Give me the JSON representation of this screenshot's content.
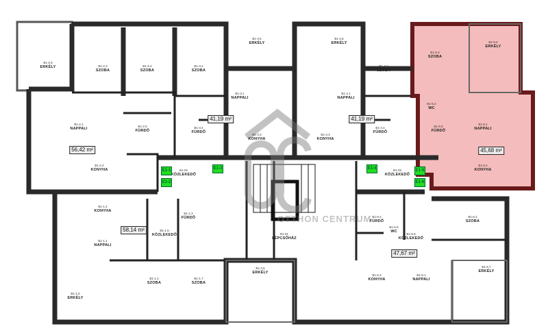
{
  "rooms": [
    {
      "id": "B1-2.6",
      "name": "ERKÉLY"
    },
    {
      "id": "B1-2.3",
      "name": "SZOBA"
    },
    {
      "id": "B1-2.2",
      "name": "SZOBA"
    },
    {
      "id": "B1-3.2",
      "name": "SZOBA"
    },
    {
      "id": "B1-3.6",
      "name": "ERKÉLY"
    },
    {
      "id": "B1-4.6",
      "name": "ERKÉLY"
    },
    {
      "id": "B1-4.2",
      "name": "SZOBA"
    },
    {
      "id": "B1-5.3",
      "name": "SZOBA"
    },
    {
      "id": "B1-5.6",
      "name": "ERKÉLY"
    },
    {
      "id": "B1-2.1",
      "name": "NAPPALI"
    },
    {
      "id": "B1-2.4",
      "name": "KONYHA"
    },
    {
      "id": "B1-2.5",
      "name": "FÜRDŐ"
    },
    {
      "id": "B1-3.1",
      "name": "NAPPALI"
    },
    {
      "id": "B1-3.3",
      "name": "KONYHA"
    },
    {
      "id": "B1-3.4",
      "name": "FÜRDŐ"
    },
    {
      "id": "B1-4.1",
      "name": "NAPPALI"
    },
    {
      "id": "B1-4.3",
      "name": "KONYHA"
    },
    {
      "id": "B1-4.4",
      "name": "FÜRDŐ"
    },
    {
      "id": "B1-5.1",
      "name": "NAPPALI"
    },
    {
      "id": "B1-5.5",
      "name": "FÜRDŐ"
    },
    {
      "id": "B1-5.2",
      "name": "WC"
    },
    {
      "id": "B1-5.4",
      "name": "KONYHA"
    },
    {
      "id": "B1-02",
      "name": "KÖZLEKEDŐ"
    },
    {
      "id": "B1-03",
      "name": "KÖZLEKEDŐ"
    },
    {
      "id": "B1-01",
      "name": "LÉPCSŐHÁZ"
    },
    {
      "id": "B1-1.4",
      "name": "KONYHA"
    },
    {
      "id": "B1-1.1",
      "name": "NAPPALI"
    },
    {
      "id": "B1-1.5",
      "name": "KÖZLEKEDŐ"
    },
    {
      "id": "B1-1.3",
      "name": "FÜRDŐ"
    },
    {
      "id": "B1-1.2",
      "name": "SZOBA"
    },
    {
      "id": "B1-1.7",
      "name": "SZOBA"
    },
    {
      "id": "B1-1.6",
      "name": "ERKÉLY"
    },
    {
      "id": "B1-3.5",
      "name": "ERKÉLY"
    },
    {
      "id": "B1-6.4",
      "name": "FÜRDŐ"
    },
    {
      "id": "B1-6.5",
      "name": "WC"
    },
    {
      "id": "B1-6.6",
      "name": "KÖZLEKEDŐ"
    },
    {
      "id": "B1-6.2",
      "name": "SZOBA"
    },
    {
      "id": "B1-6.3",
      "name": "KONYHA"
    },
    {
      "id": "B1-6.1",
      "name": "NAPPALI"
    },
    {
      "id": "B1-6.7",
      "name": "ERKÉLY"
    }
  ],
  "areas": [
    "56,42 m²",
    "41,19 m²",
    "41,19 m²",
    "45,68 m²",
    "58,14 m²",
    "47,67 m²"
  ],
  "lifts": [
    "E1-1",
    "E1-2",
    "E1-3",
    "E1-4",
    "E1-5",
    "E1-6"
  ],
  "watermark": {
    "logo": "OC",
    "text": "OTTHON CENTRUM"
  },
  "colors": {
    "highlight": "#f4bcbc",
    "wall": "#2a2a2a",
    "lift": "#22dd22"
  }
}
